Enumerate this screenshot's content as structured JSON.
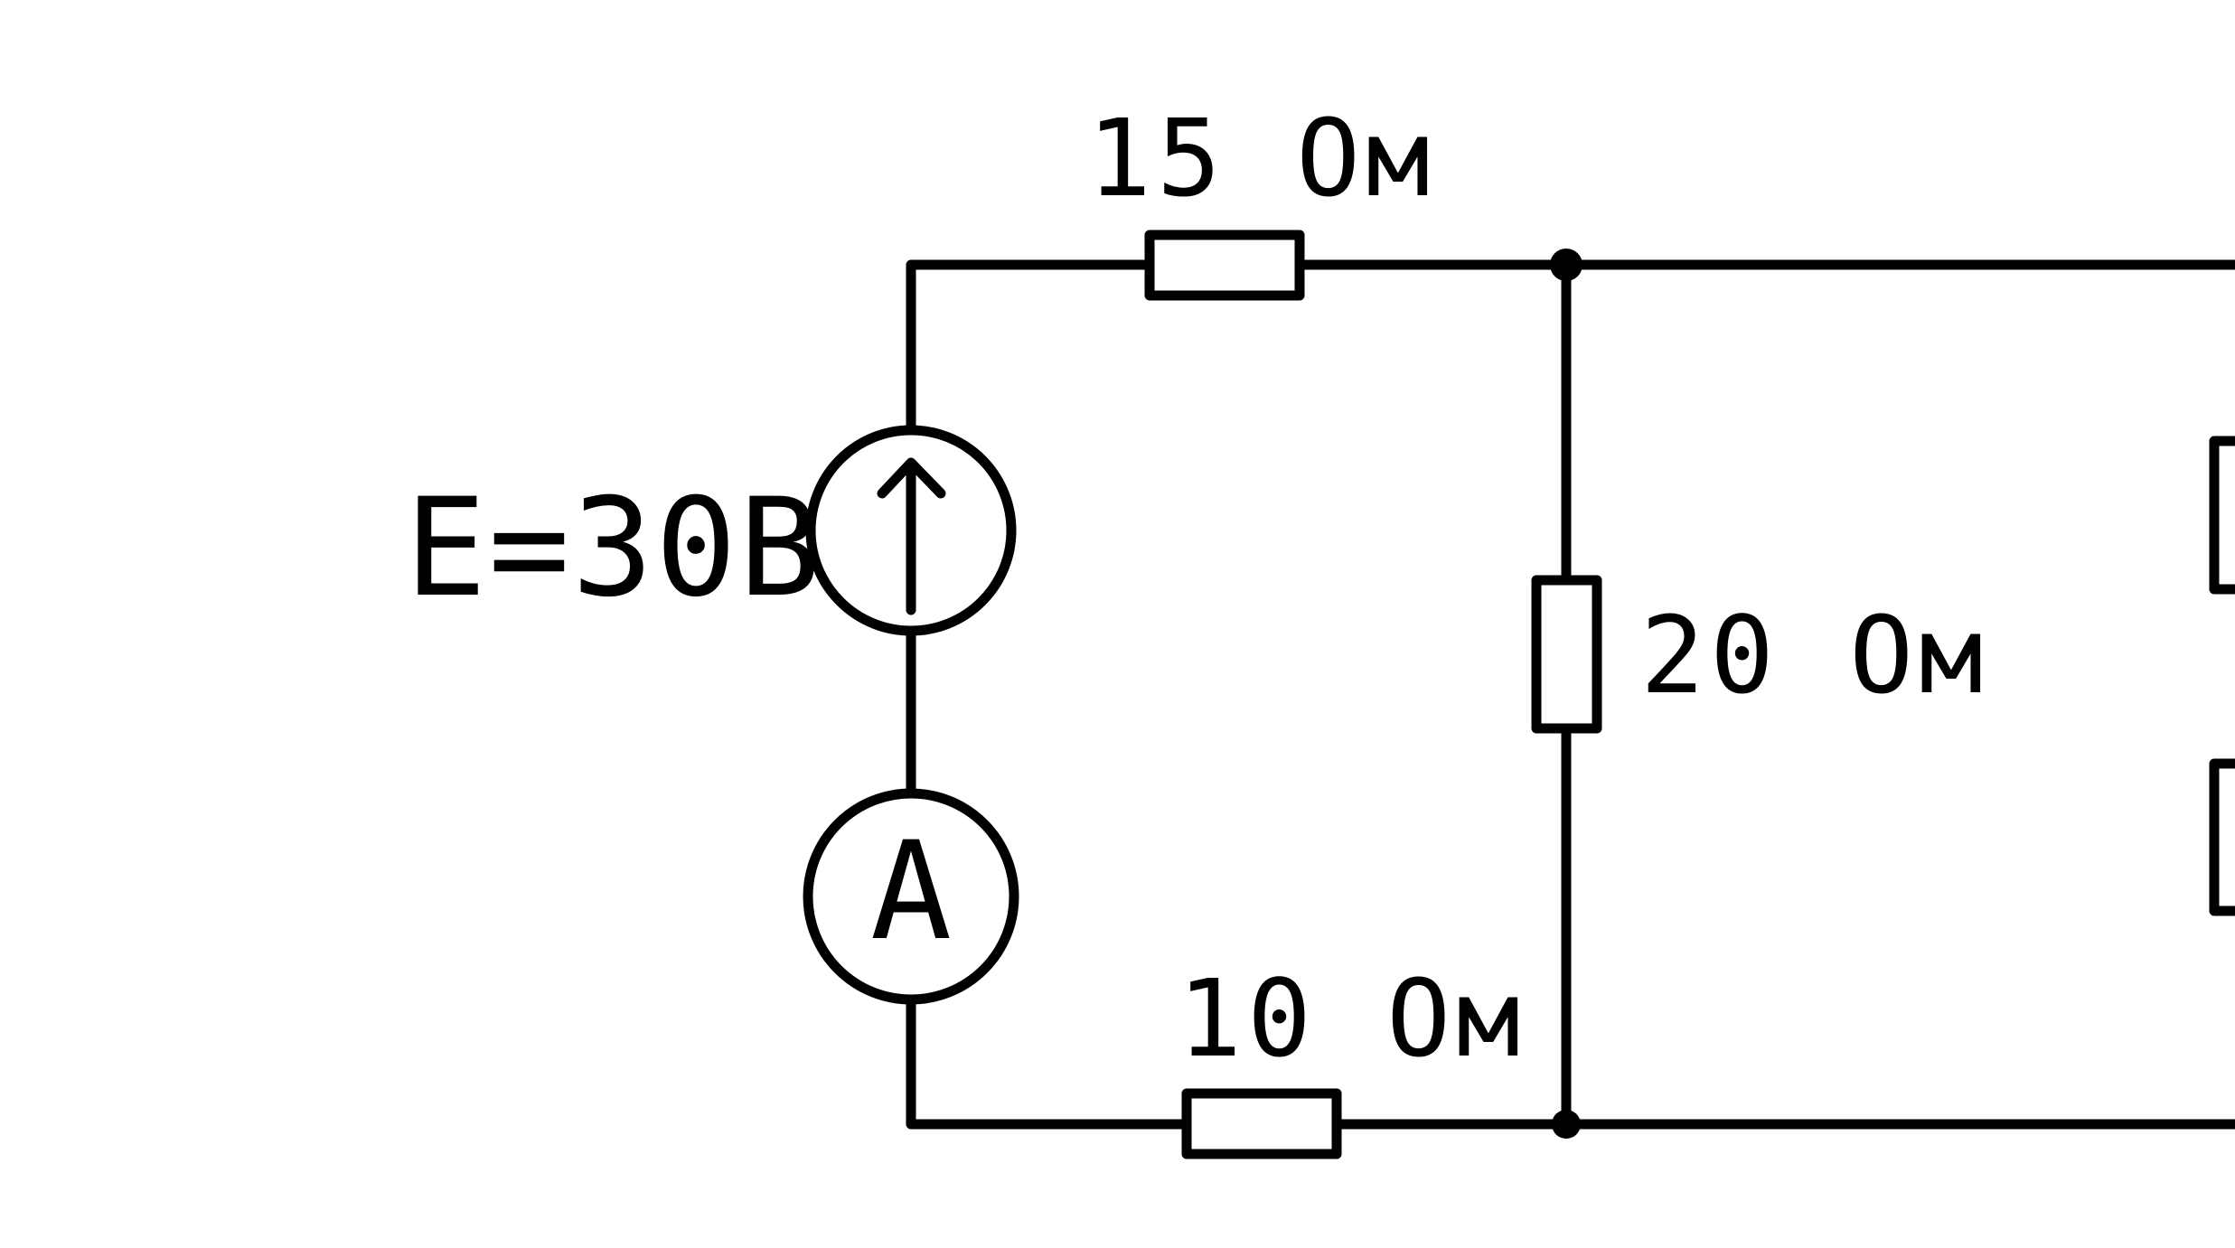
{
  "diagram": {
    "source_label": "E=30В",
    "meter_symbol": "A",
    "resistors": {
      "top": "15 Ом",
      "middle": "20 Ом",
      "bottom": "10 Ом"
    },
    "colors": {
      "line": "#000000",
      "background": "#ffffff"
    }
  }
}
